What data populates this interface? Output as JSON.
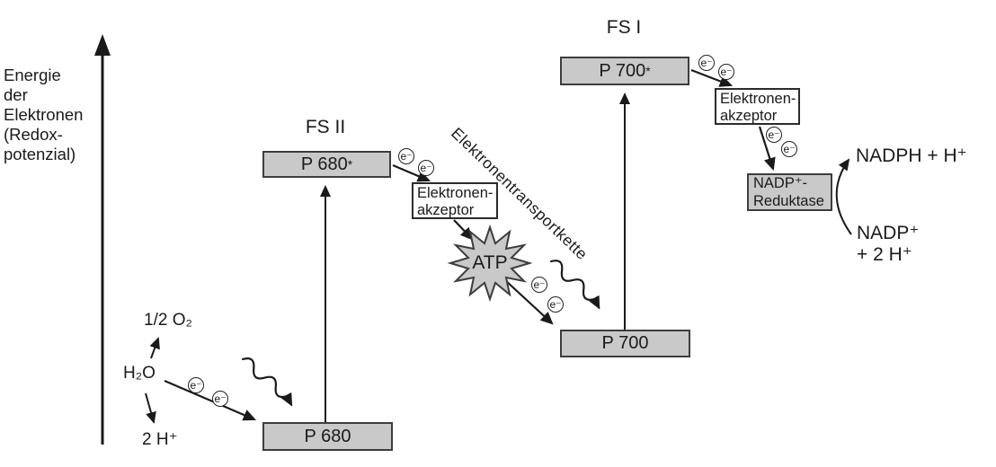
{
  "axis": {
    "label": "Energie\nder\nElektronen\n(Redox-\npotenzial)"
  },
  "electron": {
    "label": "e⁻"
  },
  "photosystem2": {
    "title": "FS II",
    "excited": {
      "main": "P 680",
      "sup": "*"
    },
    "ground": "P 680",
    "acceptor": "Elektronen-\nakzeptor"
  },
  "photosystem1": {
    "title": "FS I",
    "excited": {
      "main": "P 700",
      "sup": "*"
    },
    "ground": "P 700",
    "acceptor": "Elektronen-\nakzeptor"
  },
  "transport_chain": {
    "label": "Elektronentransportkette",
    "atp": "ATP"
  },
  "reduktase": {
    "label": "NADP⁺-\nReduktase"
  },
  "products": {
    "nadph": "NADPH + H⁺",
    "nadp": "NADP⁺\n+ 2 H⁺"
  },
  "water": {
    "h2o": "H₂O",
    "o2": "1/2 O₂",
    "protons": "2 H⁺"
  },
  "colors": {
    "box_fill": "#c9c9c9",
    "box_border": "#3d3d3d",
    "line": "#1a1a1a"
  }
}
